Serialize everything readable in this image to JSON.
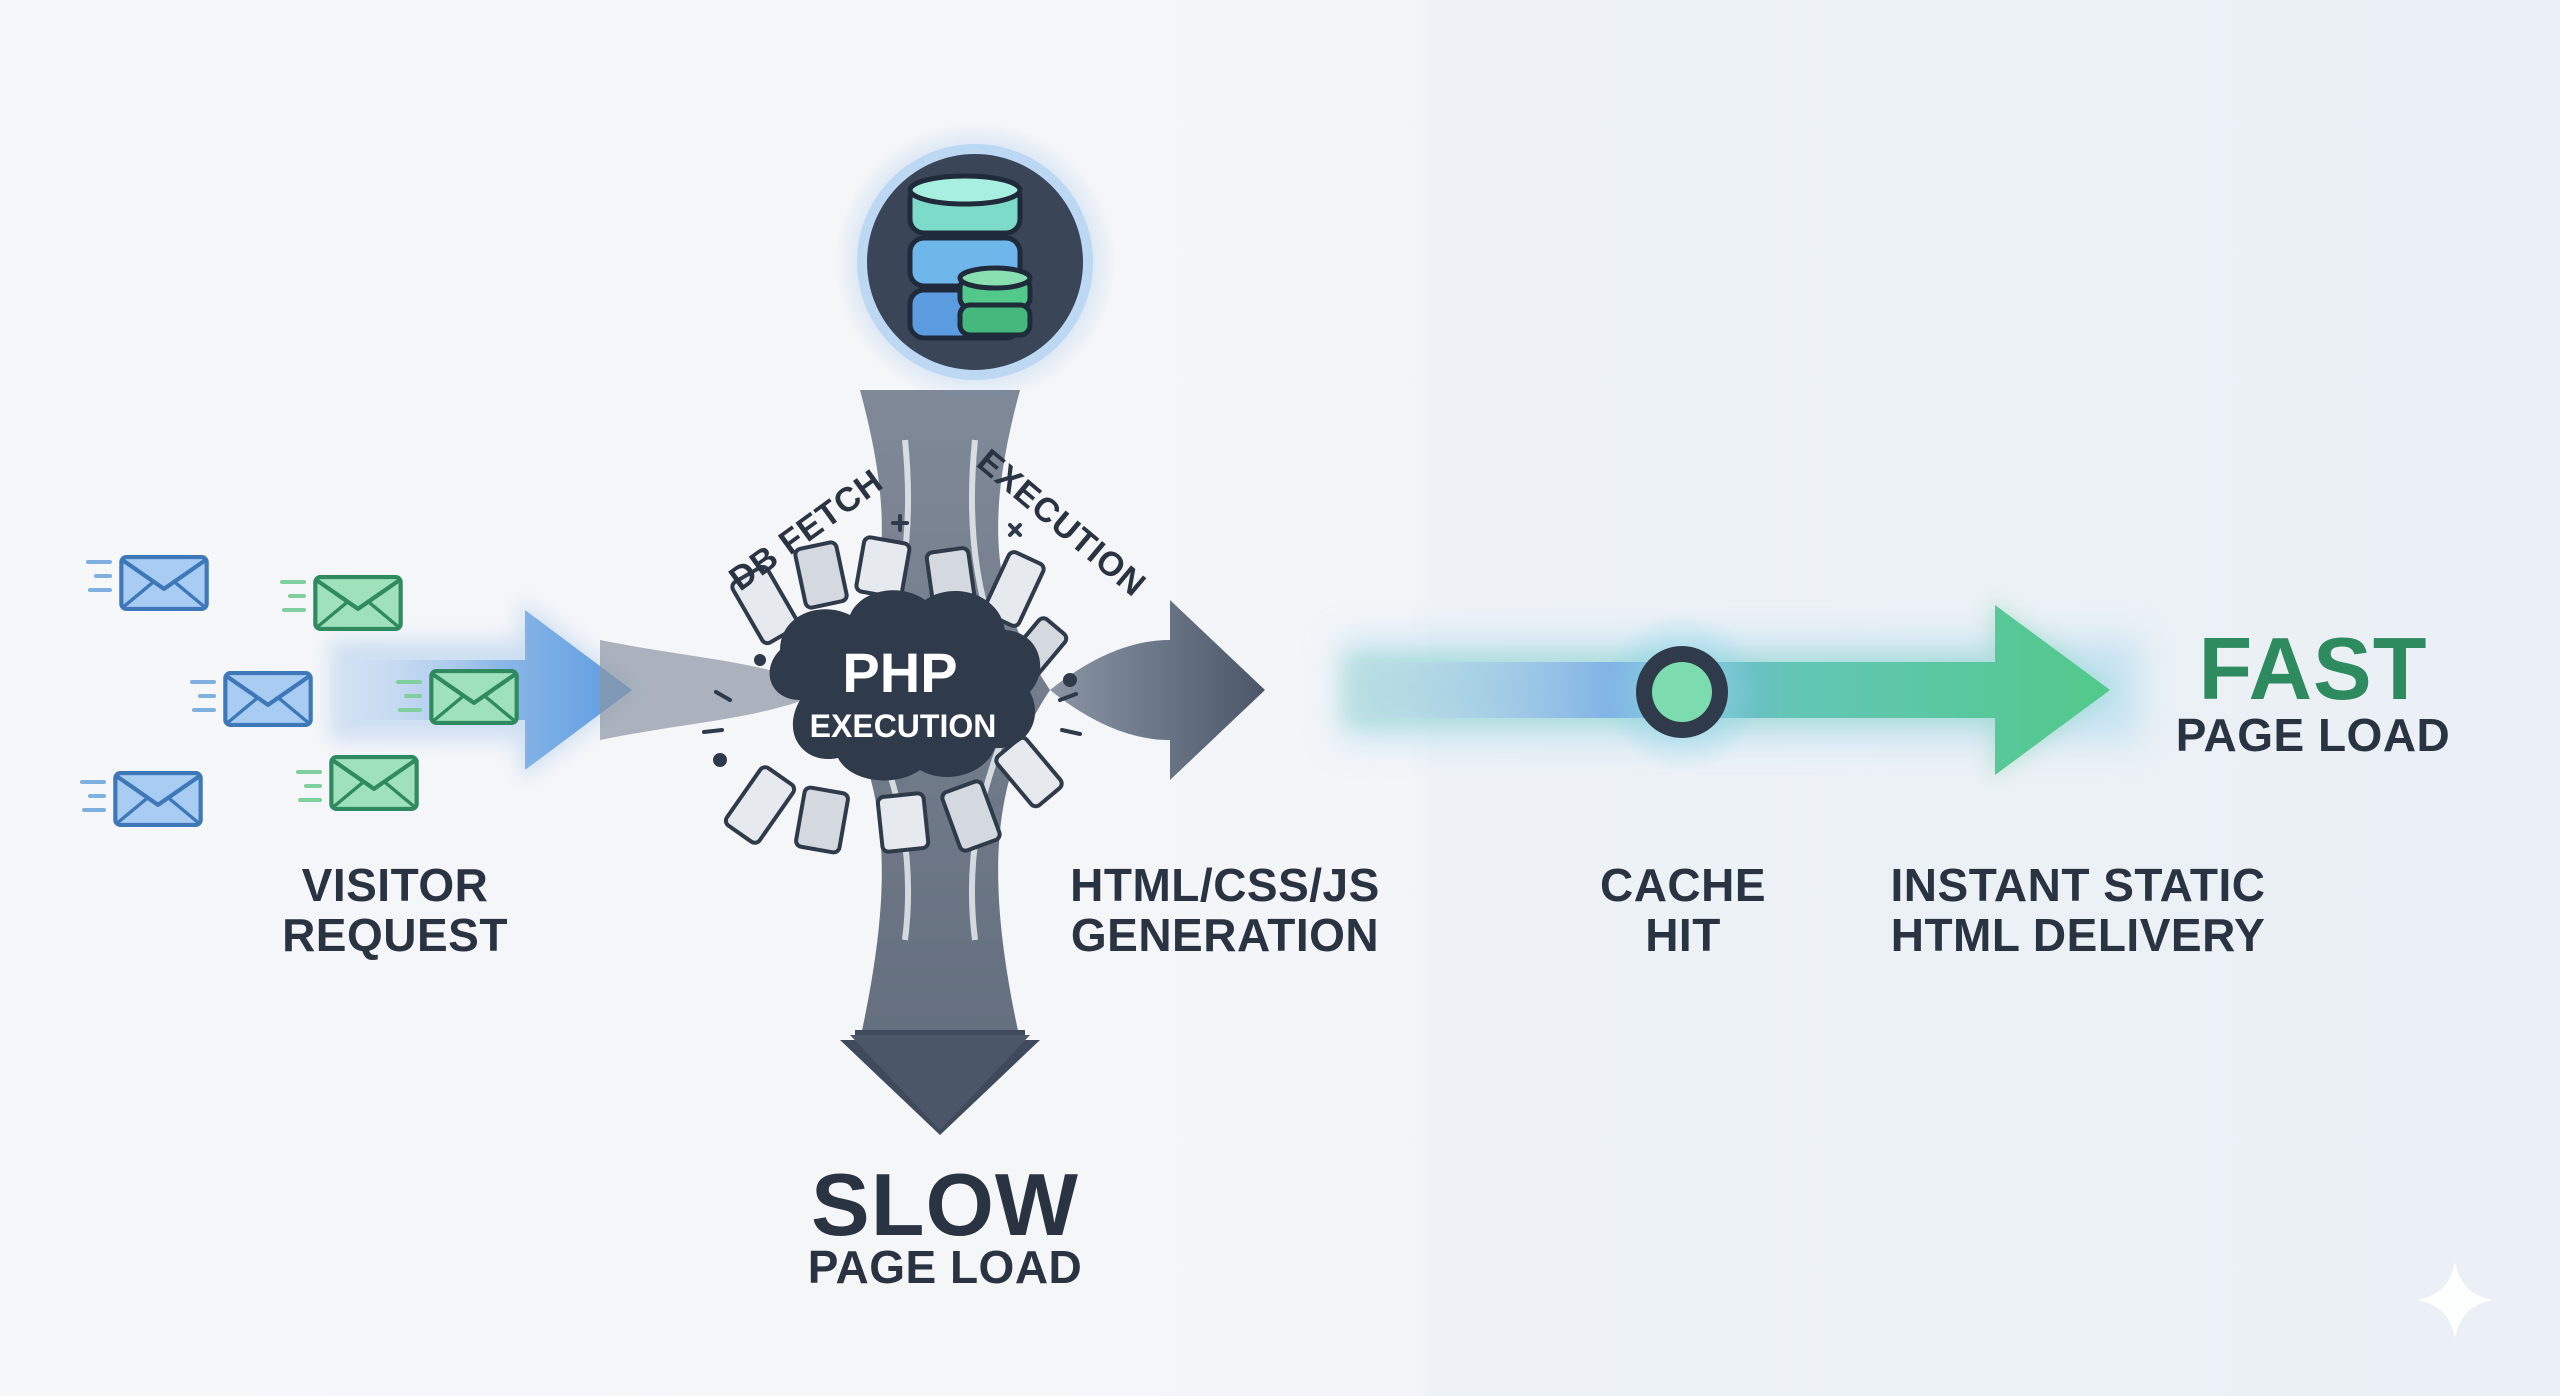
{
  "labels": {
    "visitor_request": [
      "VISITOR",
      "REQUEST"
    ],
    "php": "PHP",
    "php_sub": "EXECUTION",
    "db_fetch": "DB FETCH",
    "execution": "EXECUTION",
    "html_gen": [
      "HTML/CSS/JS",
      "GENERATION"
    ],
    "slow": "SLOW",
    "slow_sub": "PAGE LOAD",
    "cache_hit": [
      "CACHE",
      "HIT"
    ],
    "instant": [
      "INSTANT STATIC",
      "HTML DELIVERY"
    ],
    "fast": "FAST",
    "fast_sub": "PAGE LOAD"
  },
  "colors": {
    "background_left": "#f4f6f9",
    "background_right": "#eef2f6",
    "slate": "#4b5769",
    "slate_dark": "#2f3a4b",
    "blue": "#5b9be0",
    "green": "#52c98a",
    "fast_green": "#2e8a5f",
    "text": "#2a3342"
  },
  "icons": [
    "envelope-icon",
    "database-icon",
    "cache-hit-node-icon",
    "sparkle-icon"
  ]
}
